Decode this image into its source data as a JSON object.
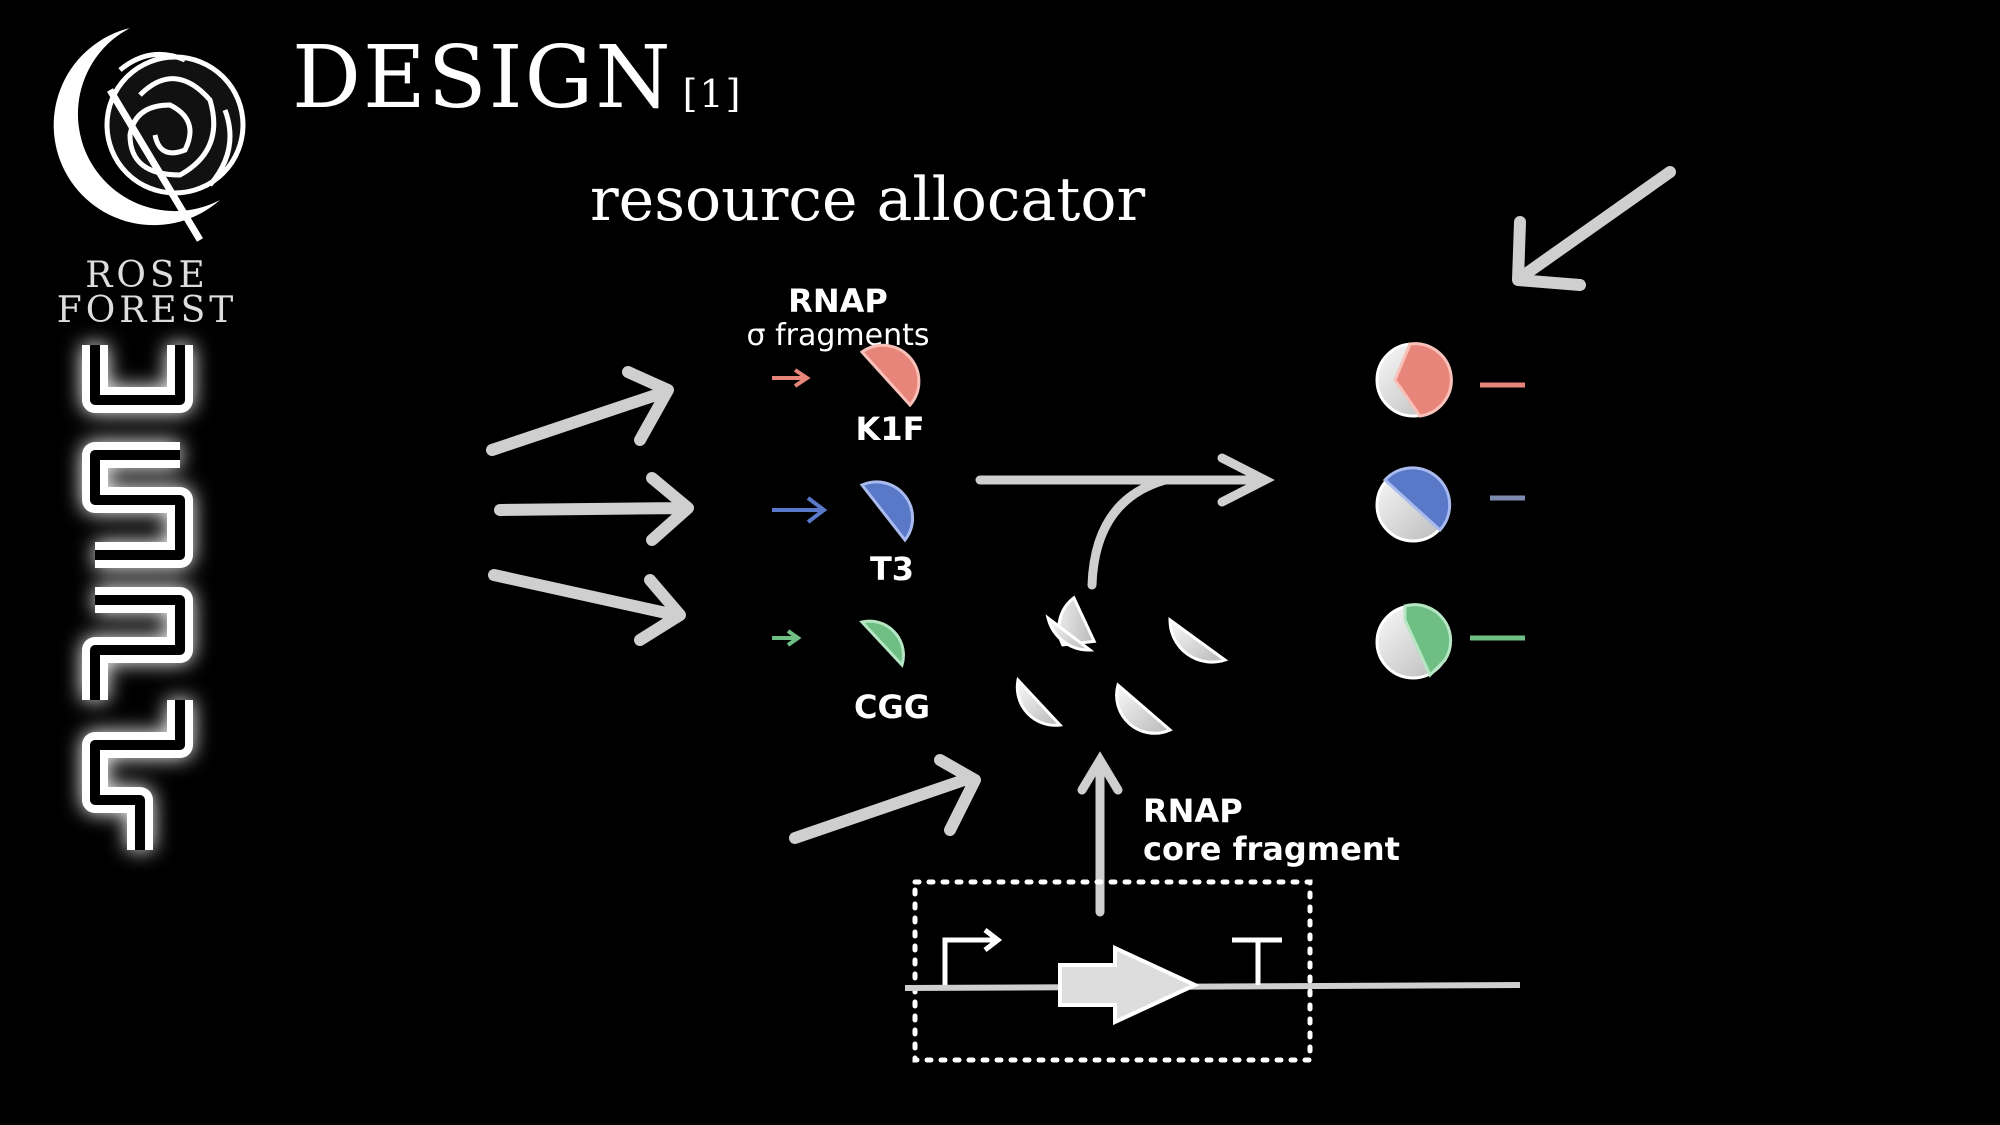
{
  "title": "DESIGN",
  "title_ref": "[1]",
  "subtitle": "resource allocator",
  "logo": {
    "line1": "ROSE",
    "line2": "FOREST"
  },
  "sigma": {
    "heading": "RNAP",
    "subheading": "σ fragments"
  },
  "fragments": [
    {
      "label": "K1F",
      "color": "#e8857b"
    },
    {
      "label": "T3",
      "color": "#5a78c8"
    },
    {
      "label": "CGG",
      "color": "#6fbf85"
    }
  ],
  "core": {
    "line1": "RNAP",
    "line2": "core fragment"
  }
}
